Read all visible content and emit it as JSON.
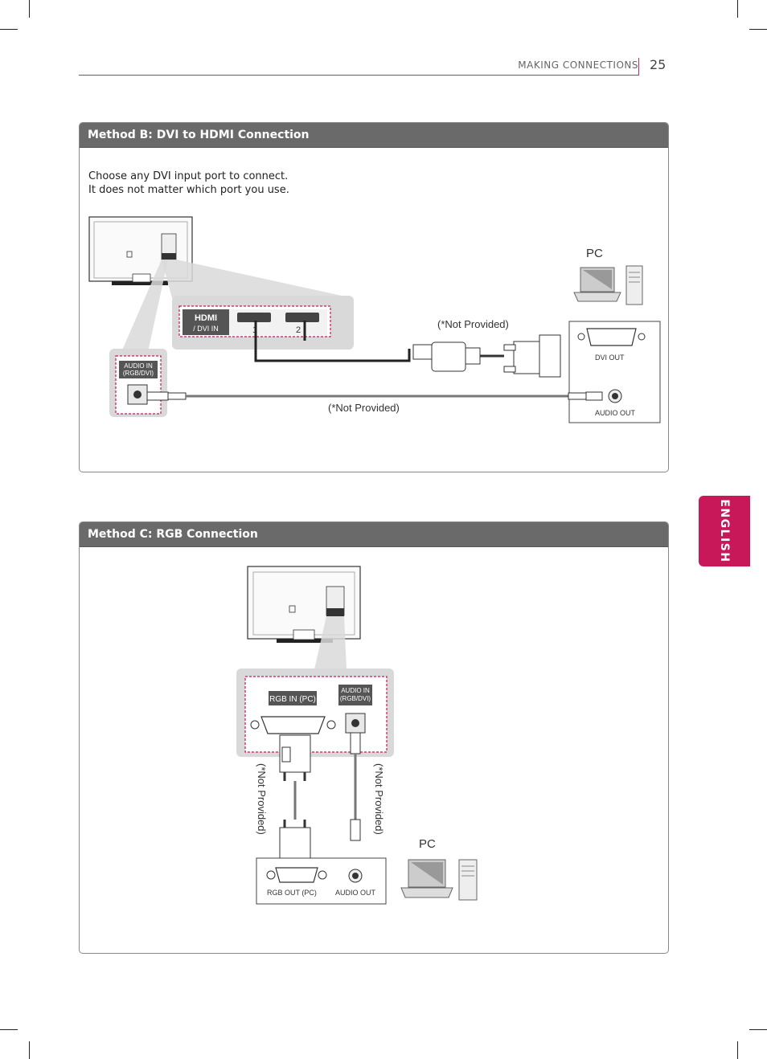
{
  "header": {
    "section_label": "MAKING CONNECTIONS",
    "page_number": "25"
  },
  "language_tab": "ENGLISH",
  "method_b": {
    "title": "Method B: DVI to HDMI Connection",
    "intro_line1": "Choose any DVI input port to connect.",
    "intro_line2": "It does not matter which port you use.",
    "hdmi_logo": "HDMI",
    "dvi_in_label": "/ DVI IN",
    "port_1": "1",
    "port_2": "2",
    "audio_in_line1": "AUDIO IN",
    "audio_in_line2": "(RGB/DVI)",
    "pc_label": "PC",
    "not_provided_top": "(*Not Provided)",
    "not_provided_bottom": "(*Not Provided)",
    "dvi_out": "DVI OUT",
    "audio_out": "AUDIO OUT"
  },
  "method_c": {
    "title": "Method C: RGB Connection",
    "rgb_in": "RGB IN (PC)",
    "audio_in_line1": "AUDIO IN",
    "audio_in_line2": "(RGB/DVI)",
    "not_provided_left": "(*Not Provided)",
    "not_provided_right": "(*Not Provided)",
    "pc_label": "PC",
    "rgb_out": "RGB OUT (PC)",
    "audio_out": "AUDIO OUT"
  },
  "colors": {
    "accent": "#c8185a",
    "title_bar": "#6a6a6a",
    "header_rule": "#b4336a",
    "port_highlight": "#d9d9d9"
  }
}
